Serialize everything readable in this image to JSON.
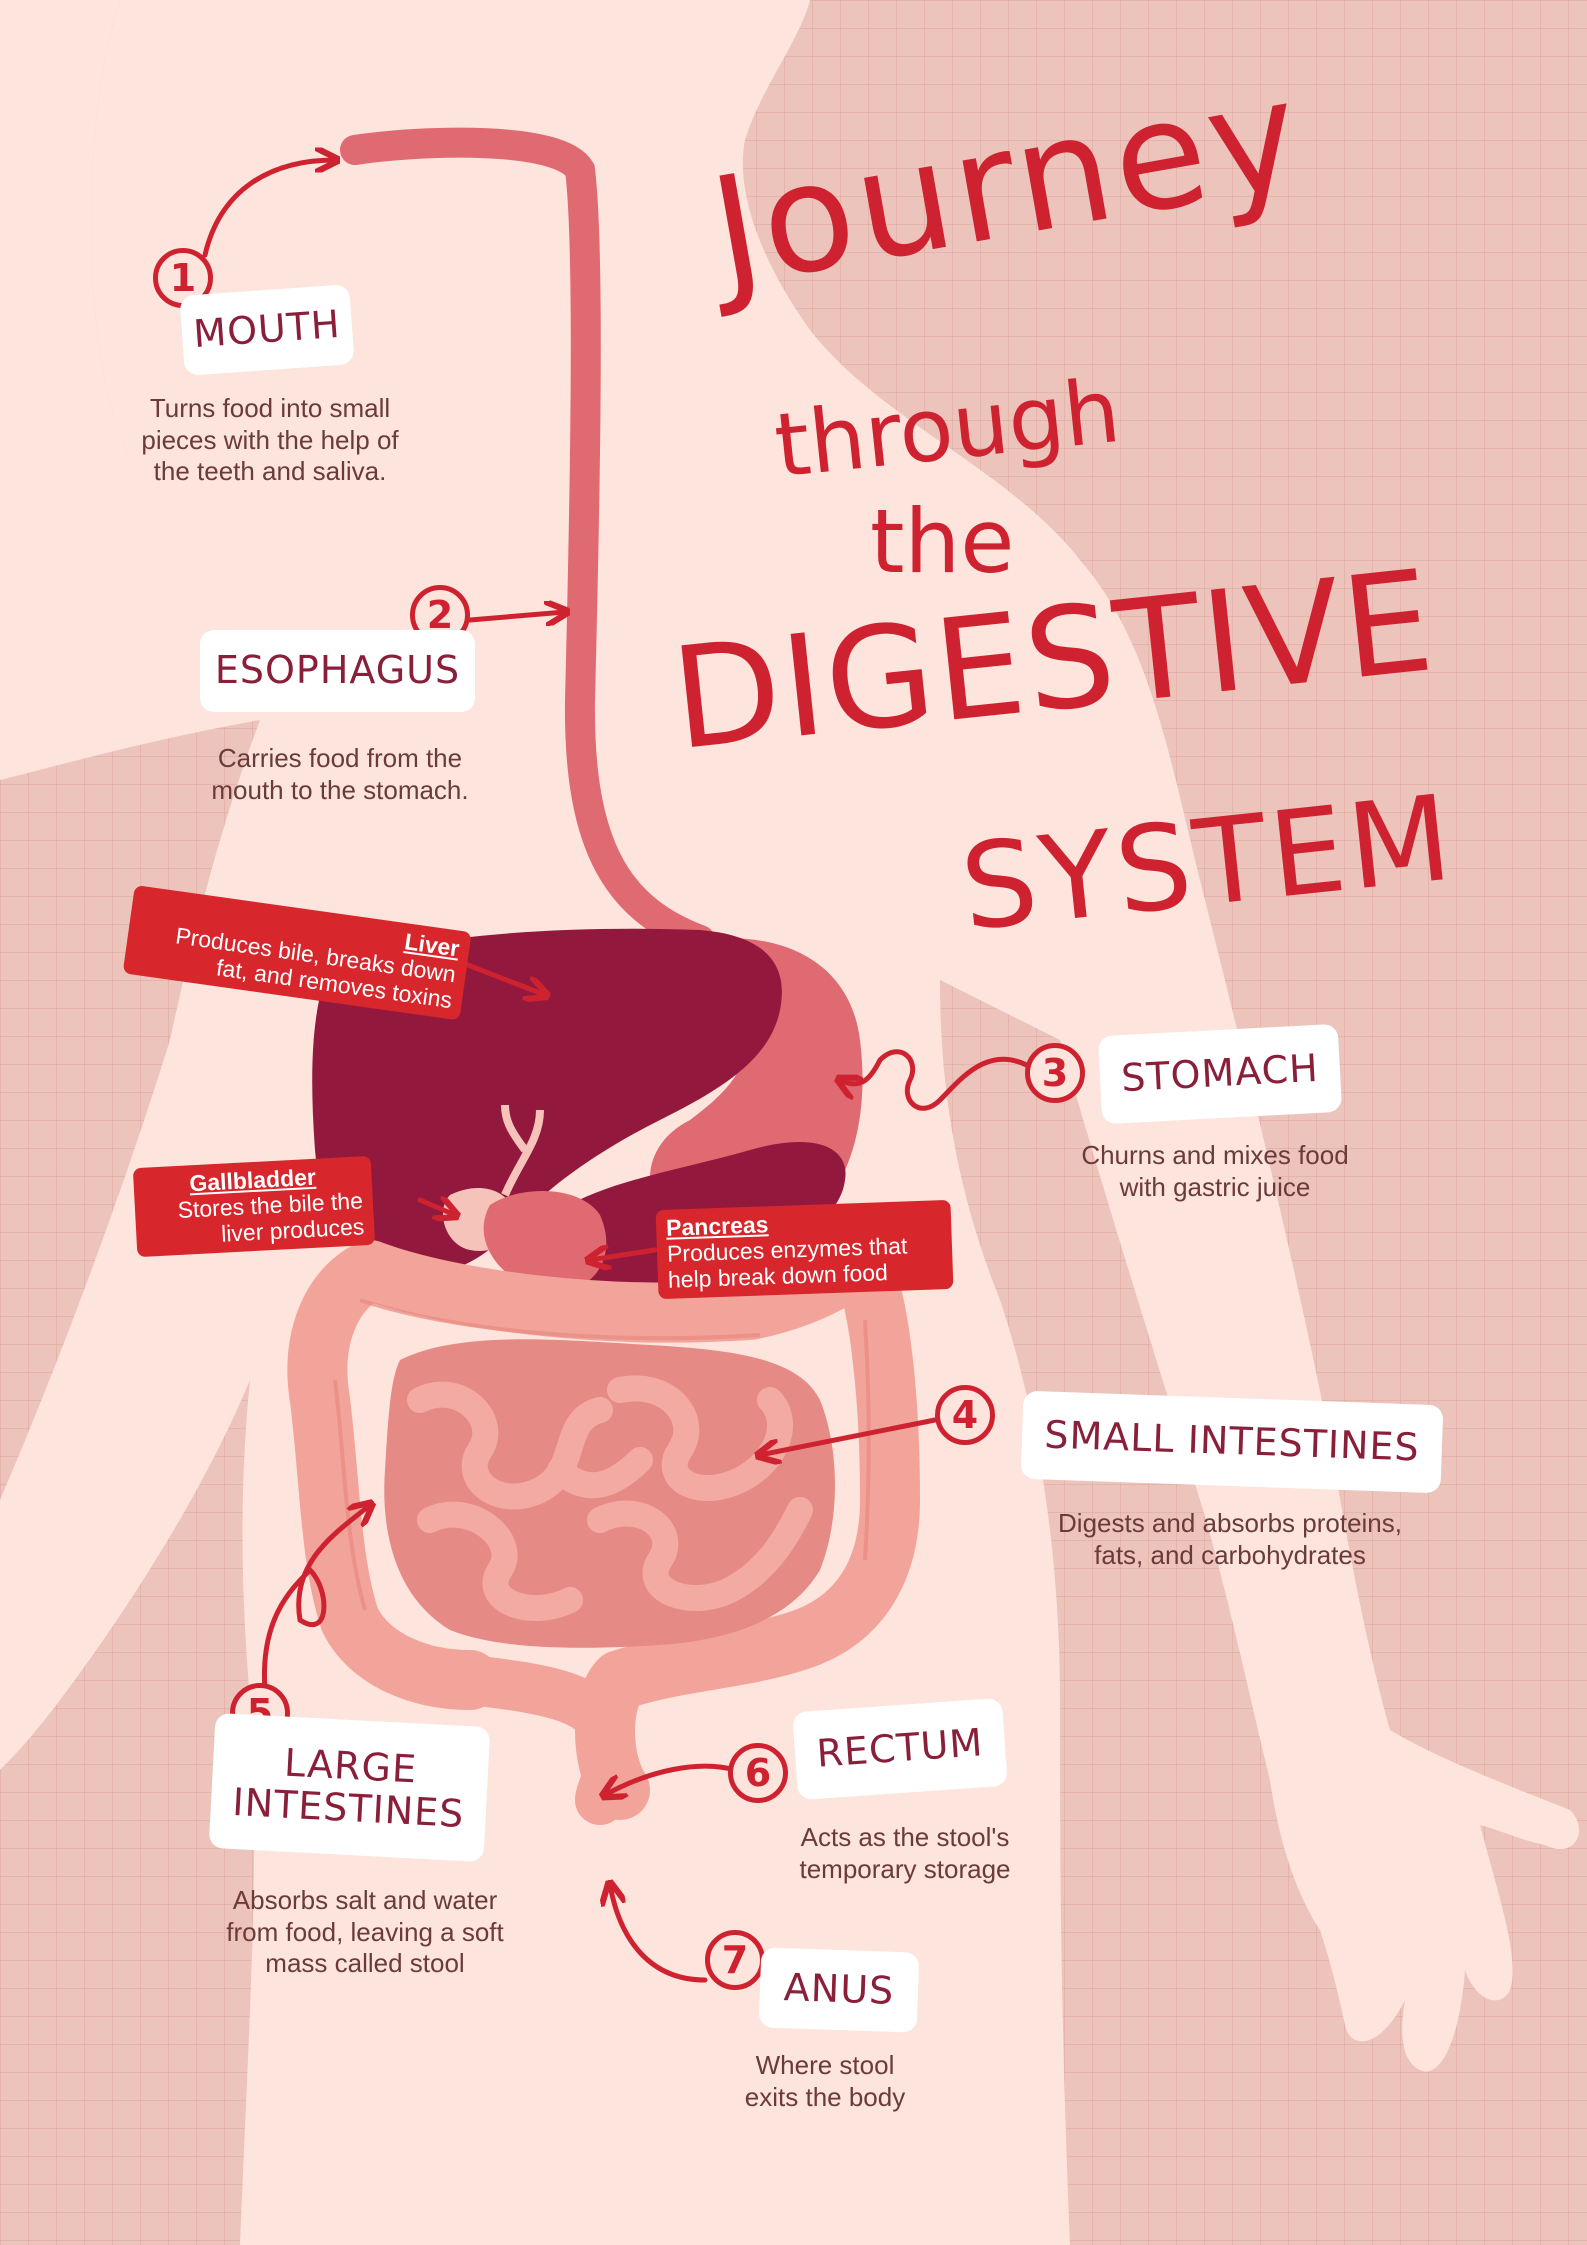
{
  "title": {
    "line1": "Journey",
    "line2": "through",
    "line3": "the",
    "line4": "DIGESTIVE",
    "line5": "SYSTEM"
  },
  "steps": [
    {
      "number": "1",
      "name": "MOUTH",
      "description": [
        "Turns food into small",
        "pieces with the help of",
        "the teeth and saliva."
      ]
    },
    {
      "number": "2",
      "name": "ESOPHAGUS",
      "description": [
        "Carries food from the",
        "mouth to the stomach."
      ]
    },
    {
      "number": "3",
      "name": "STOMACH",
      "description": [
        "Churns and mixes food",
        "with gastric juice"
      ]
    },
    {
      "number": "4",
      "name": "SMALL INTESTINES",
      "description": [
        "Digests and absorbs proteins,",
        "fats, and carbohydrates"
      ]
    },
    {
      "number": "5",
      "name": [
        "LARGE",
        "INTESTINES"
      ],
      "description": [
        "Absorbs salt and water",
        "from food, leaving a soft",
        "mass called stool"
      ]
    },
    {
      "number": "6",
      "name": "RECTUM",
      "description": [
        "Acts as the stool's",
        "temporary storage"
      ]
    },
    {
      "number": "7",
      "name": "ANUS",
      "description": [
        "Where stool",
        "exits the body"
      ]
    }
  ],
  "organs": {
    "liver": {
      "title": "Liver",
      "lines": [
        "Produces bile, breaks down",
        "fat, and removes toxins"
      ]
    },
    "gallbladder": {
      "title": "Gallbladder",
      "lines": [
        "Stores the bile the",
        "liver produces"
      ]
    },
    "pancreas": {
      "title": "Pancreas",
      "lines": [
        "Produces enzymes that",
        "help break down food"
      ]
    }
  },
  "colors": {
    "background": "#ecc4bc",
    "body": "#fde4dc",
    "accent": "#cf2230",
    "liver": "#92193d",
    "stomach": "#e06a72",
    "intestine": "#f2a49a",
    "label_text": "#8a1f3a"
  }
}
